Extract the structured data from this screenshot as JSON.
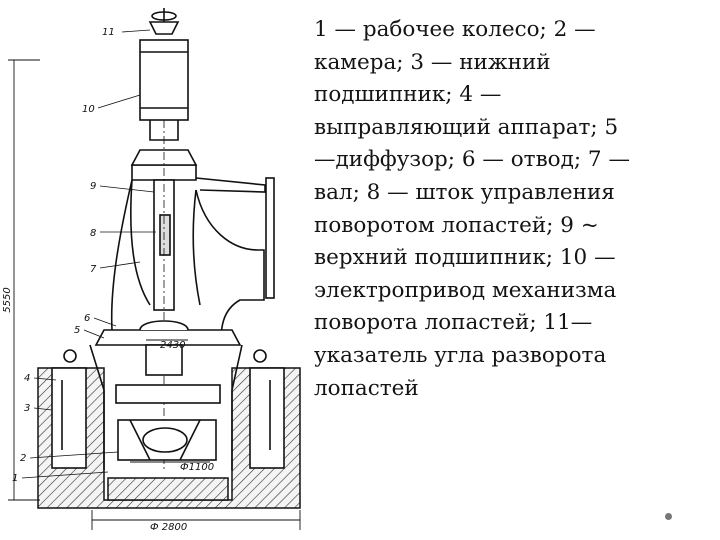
{
  "caption": "1 — рабочее колесо; 2 —\nкамера; 3 — нижний\nподшипник; 4 —\nвыправляющий аппарат; 5\n—диффузор; 6 — отвод; 7 —\nвал; 8 — шток управления\nповоротом лопастей; 9 ~\nверхний подшипник; 10 —\nэлектропривод механизма\nповорота лопастей; 11—\nуказатель угла разворота\nлопастей",
  "drawing": {
    "callouts": {
      "n1": "1",
      "n2": "2",
      "n3": "3",
      "n4": "4",
      "n5": "5",
      "n6": "6",
      "n7": "7",
      "n8": "8",
      "n9": "9",
      "n10": "10",
      "n11": "11"
    },
    "dimensions": {
      "height": "5550",
      "inner": "2430",
      "impeller": "Ф1100",
      "base": "Ф 2800"
    }
  },
  "colors": {
    "ink": "#141414",
    "bullet": "#777777",
    "background": "#ffffff"
  }
}
